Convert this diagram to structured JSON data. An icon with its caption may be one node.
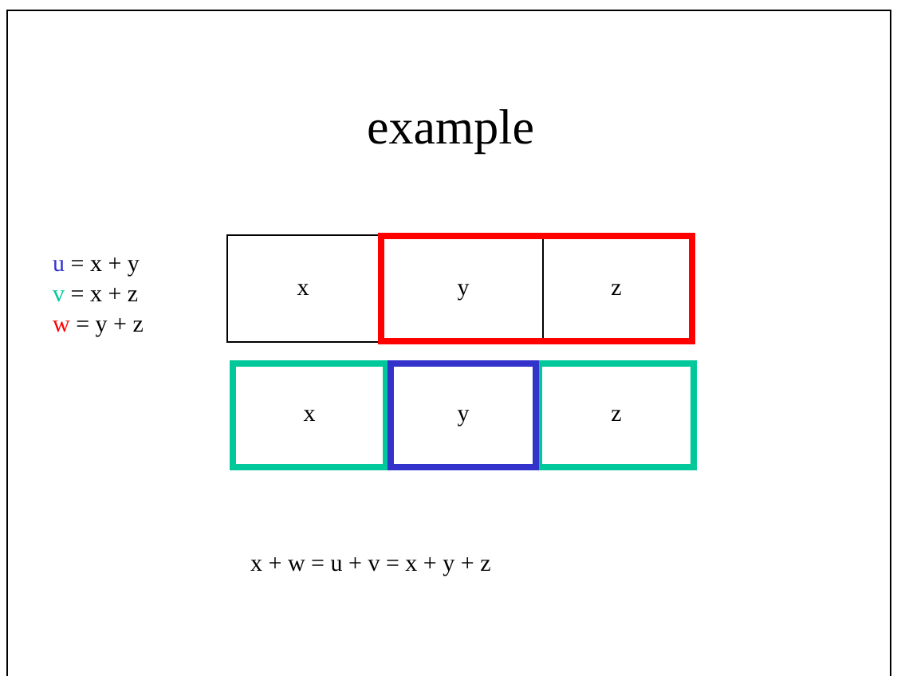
{
  "diagram": {
    "title": "example",
    "nodes": [
      {
        "text": [
          "x"
        ]
      },
      {
        "text": [],
        "shape": "box"
      },
      {
        "text": [
          "y"
        ],
        "in": 1
      },
      {
        "text": [
          "z"
        ],
        "in": 1
      },
      {
        "text": [
          "x"
        ]
      },
      {
        "text": [
          "y"
        ]
      },
      {
        "text": [
          "z"
        ]
      }
    ],
    "edges": [],
    "labels": [
      "u = x + y",
      "v = x + z",
      "w = y + z",
      "x + w = u + v = x + y + z"
    ]
  }
}
